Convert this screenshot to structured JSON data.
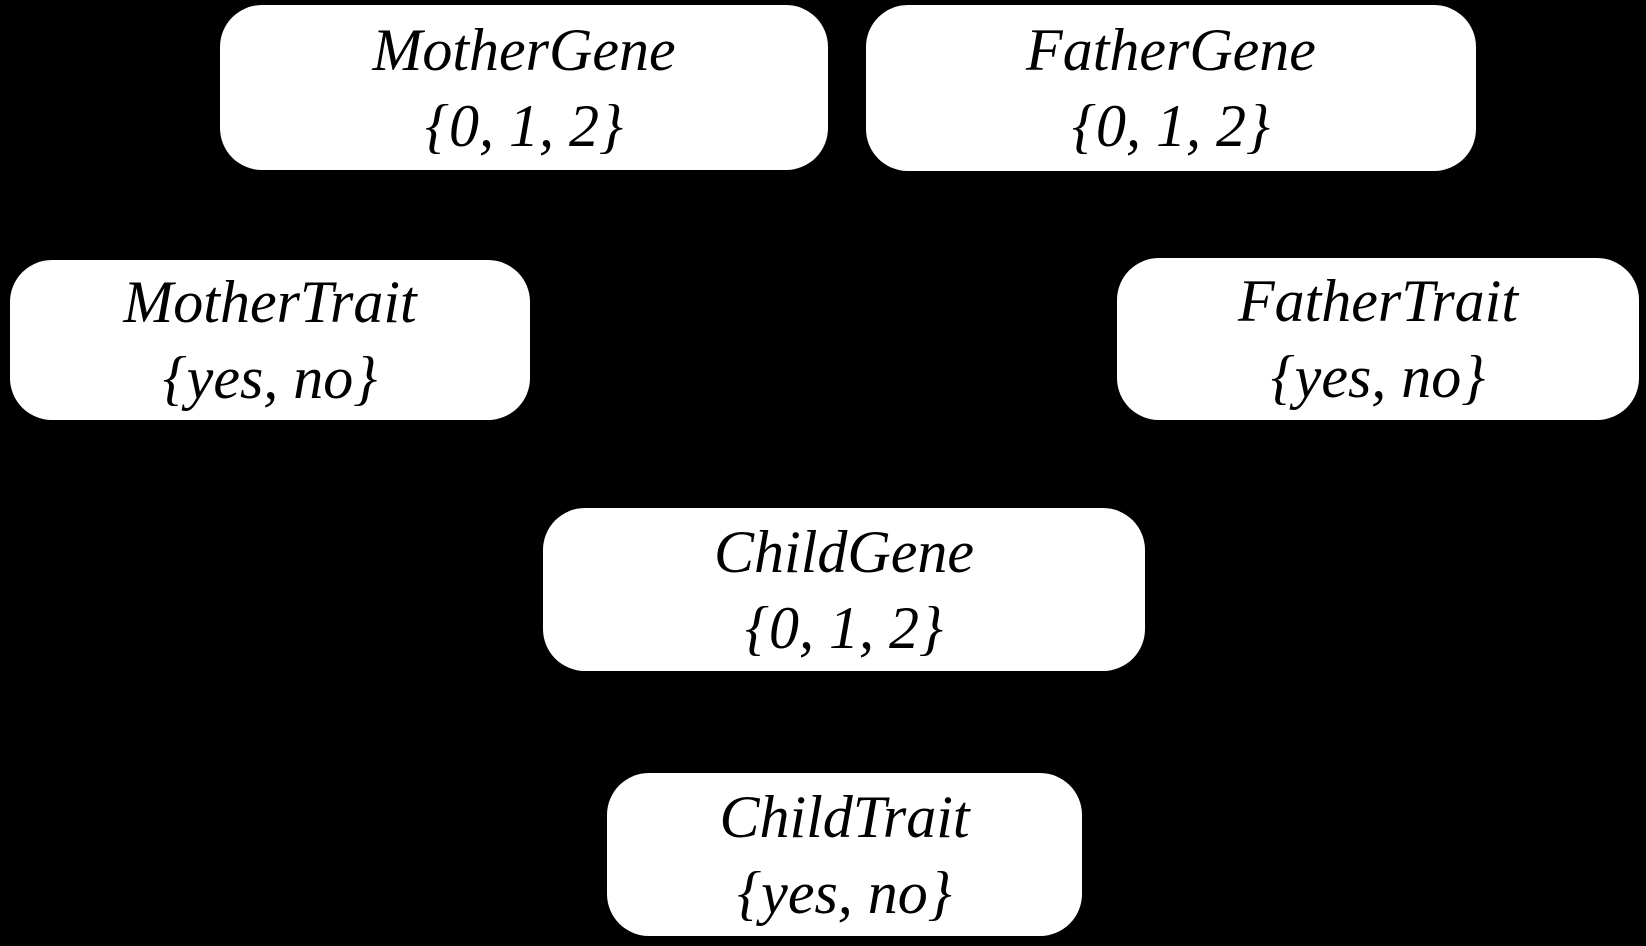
{
  "diagram": {
    "background_color": "#000000",
    "node_fill_color": "#ffffff",
    "node_text_color": "#000000",
    "nodes": [
      {
        "id": "mother-gene",
        "label": "MotherGene",
        "domain": "{0, 1, 2}"
      },
      {
        "id": "father-gene",
        "label": "FatherGene",
        "domain": "{0, 1, 2}"
      },
      {
        "id": "mother-trait",
        "label": "MotherTrait",
        "domain": "{yes, no}"
      },
      {
        "id": "father-trait",
        "label": "FatherTrait",
        "domain": "{yes, no}"
      },
      {
        "id": "child-gene",
        "label": "ChildGene",
        "domain": "{0, 1, 2}"
      },
      {
        "id": "child-trait",
        "label": "ChildTrait",
        "domain": "{yes, no}"
      }
    ]
  }
}
